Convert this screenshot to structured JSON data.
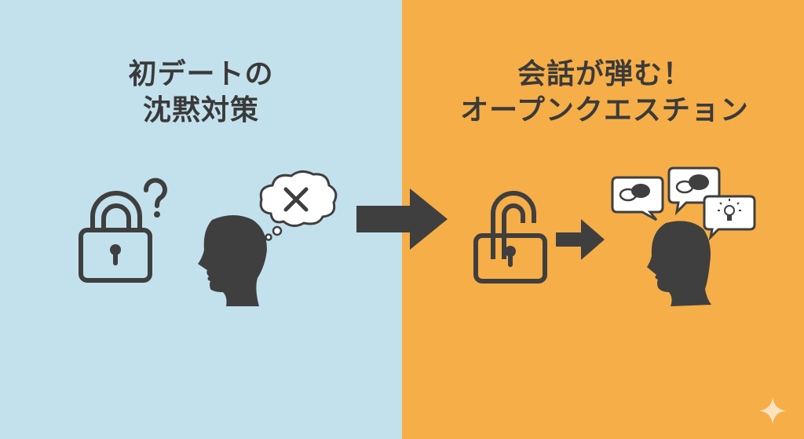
{
  "left_panel": {
    "title_line1": "初デートの",
    "title_line2": "沈黙対策",
    "background": "#c3e1ec",
    "icons": [
      "locked-padlock-icon",
      "question-mark-icon",
      "male-head-silhouette-icon",
      "thought-bubble-icon",
      "x-mark-icon"
    ]
  },
  "right_panel": {
    "title_line1": "会話が弾む！",
    "title_line2": "オープンクエスチョン",
    "background": "#f6ae48",
    "icons": [
      "unlocked-padlock-icon",
      "small-arrow-icon",
      "speech-bubble-chat-icon",
      "speech-bubble-chat-icon",
      "speech-bubble-lightbulb-icon",
      "female-head-silhouette-icon"
    ]
  },
  "transition": {
    "icon": "large-right-arrow-icon"
  },
  "watermark": {
    "icon": "sparkle-icon"
  },
  "colors": {
    "ink": "#3f3f3f",
    "bubble": "#ffffff",
    "sparkle": "#fbe3c0"
  }
}
